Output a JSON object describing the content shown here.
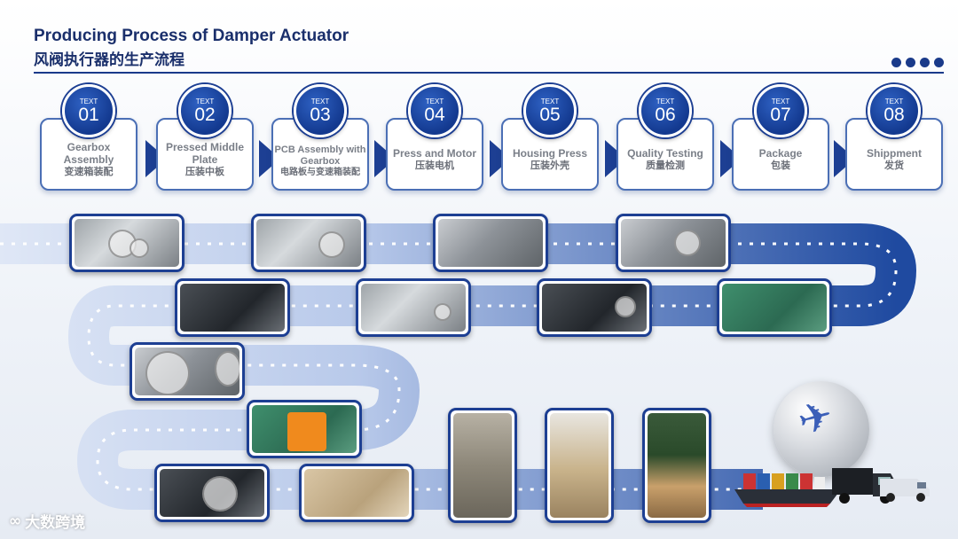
{
  "header": {
    "title_en": "Producing Process of Damper Actuator",
    "title_zh": "风阀执行器的生产流程"
  },
  "steps": [
    {
      "tag": "TEXT",
      "num": "01",
      "en": "Gearbox Assembly",
      "zh": "变速箱装配"
    },
    {
      "tag": "TEXT",
      "num": "02",
      "en": "Pressed Middle Plate",
      "zh": "压装中板"
    },
    {
      "tag": "TEXT",
      "num": "03",
      "en": "PCB Assembly with Gearbox",
      "zh": "电路板与变速箱装配"
    },
    {
      "tag": "TEXT",
      "num": "04",
      "en": "Press and Motor",
      "zh": "压装电机"
    },
    {
      "tag": "TEXT",
      "num": "05",
      "en": "Housing Press",
      "zh": "压装外壳"
    },
    {
      "tag": "TEXT",
      "num": "06",
      "en": "Quality Testing",
      "zh": "质量检测"
    },
    {
      "tag": "TEXT",
      "num": "07",
      "en": "Package",
      "zh": "包装"
    },
    {
      "tag": "TEXT",
      "num": "08",
      "en": "Shippment",
      "zh": "发货"
    }
  ],
  "brand": {
    "logo": "∞",
    "name": "大数跨境"
  },
  "colors": {
    "primary": "#1d3f93",
    "accent": "#2f62c4",
    "road": "#1f4aa0"
  }
}
